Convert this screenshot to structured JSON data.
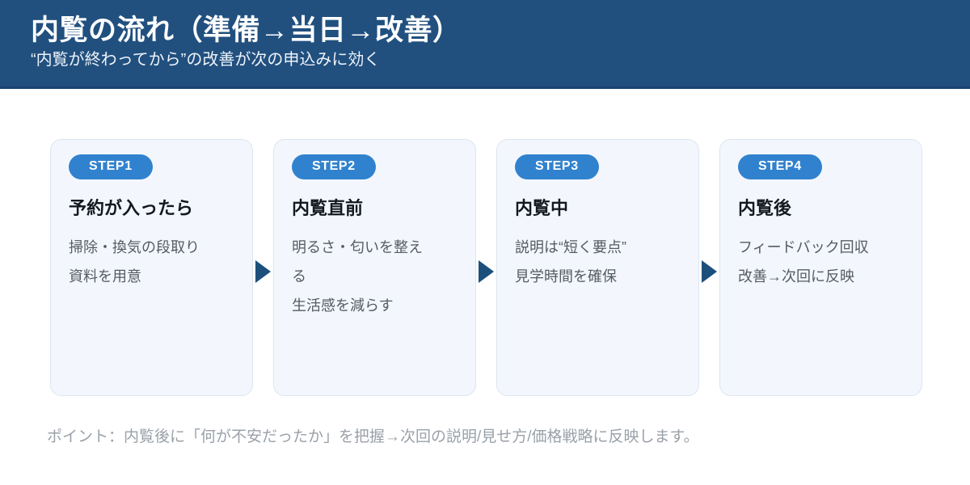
{
  "header": {
    "title": "内覧の流れ（準備→当日→改善）",
    "subtitle": "“内覧が終わってから”の改善が次の申込みに効く",
    "bg_color": "#21507f"
  },
  "theme": {
    "badge_color": "#3182ce",
    "card_bg": "#f3f7fd",
    "card_border": "#dbe5f0",
    "arrow_color": "#1d4f7c",
    "title_color": "#14181f",
    "body_color": "#555b63",
    "footnote_color": "#9aa1a9"
  },
  "steps": [
    {
      "badge": "STEP1",
      "title": "予約が入ったら",
      "body_lines": [
        "掃除・換気の段取り",
        "資料を用意"
      ]
    },
    {
      "badge": "STEP2",
      "title": "内覧直前",
      "body_lines": [
        "明るさ・匂いを整え",
        "る",
        "生活感を減らす"
      ]
    },
    {
      "badge": "STEP3",
      "title": "内覧中",
      "body_lines": [
        "説明は“短く要点”",
        "見学時間を確保"
      ]
    },
    {
      "badge": "STEP4",
      "title": "内覧後",
      "body_lines": [
        "フィードバック回収",
        "改善→次回に反映"
      ]
    }
  ],
  "connectors": [
    "arrow-right-icon",
    "arrow-right-icon",
    "arrow-right-icon"
  ],
  "footnote": "ポイント：内覧後に「何が不安だったか」を把握→次回の説明/見せ方/価格戦略に反映します。"
}
